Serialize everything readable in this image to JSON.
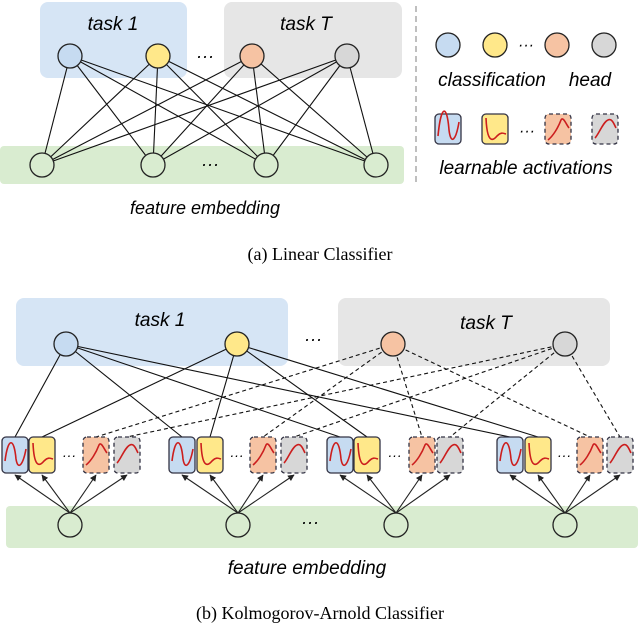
{
  "colors": {
    "blue": "#c6dbf1",
    "yellow": "#ffe88a",
    "orange": "#f6c3a3",
    "gray": "#d7d7d7",
    "task_blue_bg": "#d6e5f5",
    "task_gray_bg": "#e6e6e6",
    "embed_green": "#d9ecd0",
    "curve_red": "#cc1e1e"
  },
  "panel_a": {
    "task_first": "task 1",
    "task_last": "task T",
    "ellipsis": "···",
    "embedding_label": "feature embedding",
    "caption": "(a) Linear Classifier"
  },
  "legend": {
    "ellipsis": "···",
    "head_label_1": "classification",
    "head_label_2": "head",
    "activation_label": "learnable activations"
  },
  "panel_b": {
    "task_first": "task 1",
    "task_last": "task T",
    "ellipsis": "···",
    "embedding_label": "feature embedding",
    "caption": "(b) Kolmogorov-Arnold Classifier"
  }
}
